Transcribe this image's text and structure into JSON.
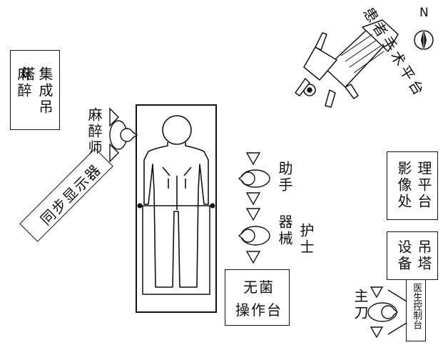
{
  "labels": {
    "anesthesia_tower_l1": "麻醉",
    "anesthesia_tower_l2": "集成吊塔",
    "anesthesiologist": "麻醉师",
    "sync_display": "同步显示器",
    "assistant": "助手",
    "instrument_nurse_l1": "器械",
    "instrument_nurse_l2": "护士",
    "sterile_table_l1": "无菌",
    "sterile_table_l2": "操作台",
    "surgeon": "主刀",
    "doctor_console": "医生控制台",
    "equipment_tower_l1": "设备",
    "equipment_tower_l2": "吊塔",
    "imaging_platform_l1": "影像处",
    "imaging_platform_l2": "理平台",
    "patient_robot_platform": "患者手术平台",
    "compass_north": "N"
  },
  "icons": {
    "compass": "compass-icon",
    "person_topview": "person-topview-icon",
    "robot_arm_cart": "robot-cart-icon"
  },
  "colors": {
    "line": "#111111",
    "background": "#ffffff"
  }
}
